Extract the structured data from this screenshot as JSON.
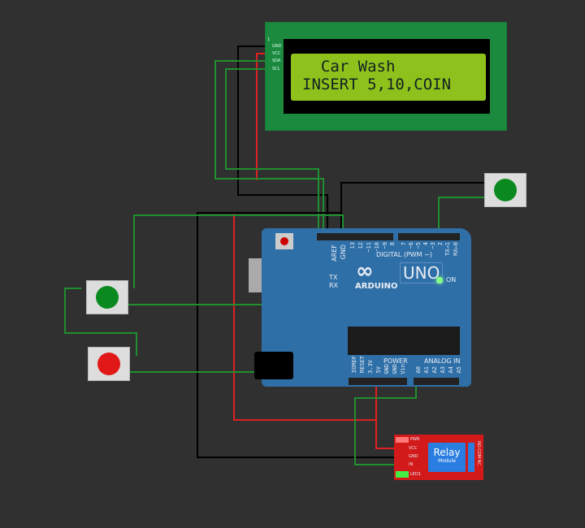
{
  "lcd": {
    "line1": "  Car Wash",
    "line2": "INSERT 5,10,COIN",
    "pins": [
      "GND",
      "VCC",
      "SDA",
      "SCL"
    ],
    "pin_index": "1"
  },
  "arduino": {
    "brand": "ARDUINO",
    "model": "UNO",
    "digital_label": "DIGITAL (PWM ~)",
    "power_label": "POWER",
    "analog_label": "ANALOG IN",
    "on_label": "ON",
    "tx": "TX",
    "rx": "RX",
    "aref": "AREF",
    "gnd": "GND",
    "digital_pins": [
      "13",
      "12",
      "~11",
      "~10",
      "~9",
      "8",
      "7",
      "~6",
      "~5",
      "4",
      "~3",
      "2",
      "TX→1",
      "RX←0"
    ],
    "power_pins": [
      "IOREF",
      "RESET",
      "3.3V",
      "5V",
      "GND",
      "GND",
      "Vin"
    ],
    "analog_pins": [
      "A0",
      "A1",
      "A2",
      "A3",
      "A4",
      "A5"
    ]
  },
  "relay": {
    "title": "Relay",
    "subtitle": "Module",
    "pins": [
      "VCC",
      "GND",
      "IN"
    ],
    "pwr": "PWR",
    "led": "LED1",
    "terminals": "NO COM NC"
  },
  "buttons": [
    {
      "name": "top-right",
      "color": "#0a8a1e"
    },
    {
      "name": "left-green",
      "color": "#0a8a1e"
    },
    {
      "name": "left-red",
      "color": "#e01818"
    }
  ],
  "colors": {
    "background": "#303030",
    "wire_green": "#1f8f2f",
    "wire_red": "#e02020",
    "wire_black": "#000000"
  }
}
